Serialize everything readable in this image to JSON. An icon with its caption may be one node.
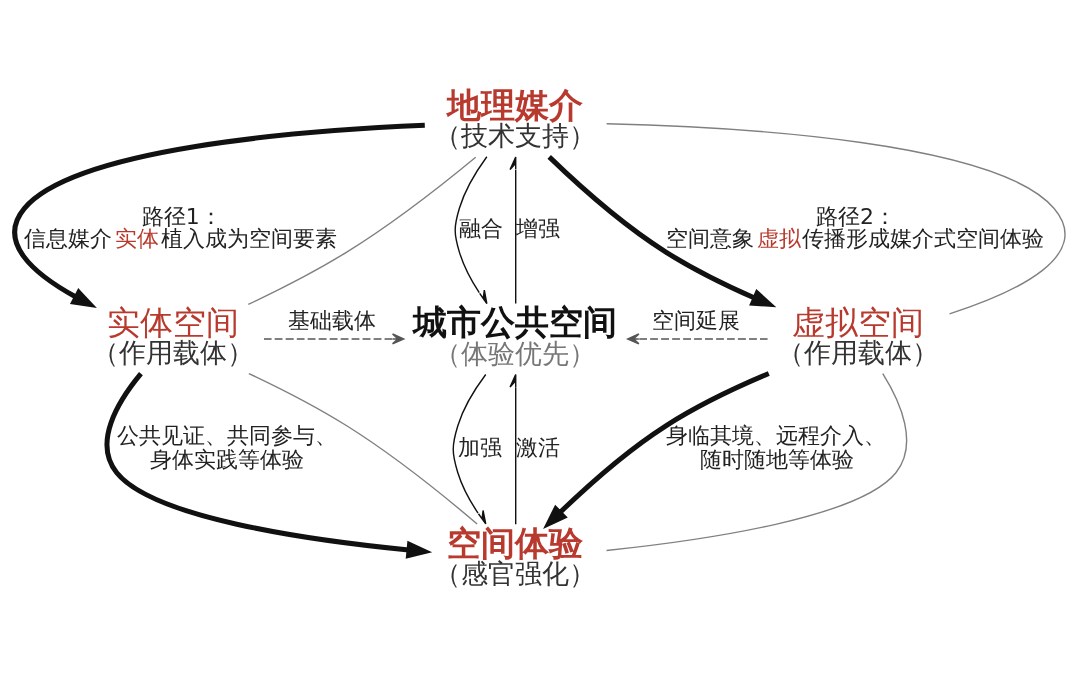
{
  "diagram": {
    "nodes": [
      {
        "text": [
          "地理媒介",
          "（技术支持）"
        ]
      },
      {
        "text": [
          "实体空间",
          "（作用载体）"
        ]
      },
      {
        "text": [
          "城市公共空间",
          "（体验优先）"
        ]
      },
      {
        "text": [
          "虚拟空间",
          "（作用载体）"
        ]
      },
      {
        "text": [
          "空间体验",
          "（感官强化）"
        ]
      }
    ],
    "edges": [
      {
        "from": 0,
        "to": 1,
        "arrow": "to",
        "style": "thick",
        "label": "路径1：信息媒介**实体**植入成为空间要素"
      },
      {
        "from": 0,
        "to": 3,
        "arrow": "to",
        "style": "thick",
        "label": "路径2：空间意象**虚拟**传播形成媒介式空间体验"
      },
      {
        "from": 1,
        "to": 4,
        "arrow": "to",
        "style": "thick",
        "label": "公共见证、共同参与、身体实践等体验"
      },
      {
        "from": 3,
        "to": 4,
        "arrow": "to",
        "style": "thick",
        "label": "身临其境、远程介入、随时随地等体验"
      },
      {
        "from": 1,
        "to": 2,
        "arrow": "to",
        "style": "dashed",
        "color": "#555555",
        "label": "基础载体"
      },
      {
        "from": 3,
        "to": 2,
        "arrow": "to",
        "style": "dashed",
        "color": "#555555",
        "label": "空间延展"
      },
      {
        "from": 0,
        "to": 2,
        "arrow": "to",
        "label": "融合"
      },
      {
        "from": 2,
        "to": 0,
        "arrow": "to",
        "label": "增强"
      },
      {
        "from": 4,
        "to": 2,
        "arrow": "to",
        "label": "激活"
      },
      {
        "from": 2,
        "to": 4,
        "arrow": "to",
        "label": "加强"
      },
      {
        "from": 0,
        "to": 1,
        "arrow": "none",
        "color": "#808080"
      },
      {
        "from": 0,
        "to": 3,
        "arrow": "none",
        "color": "#808080"
      },
      {
        "from": 1,
        "to": 4,
        "arrow": "none",
        "color": "#808080"
      },
      {
        "from": 3,
        "to": 4,
        "arrow": "none",
        "color": "#808080"
      }
    ]
  }
}
